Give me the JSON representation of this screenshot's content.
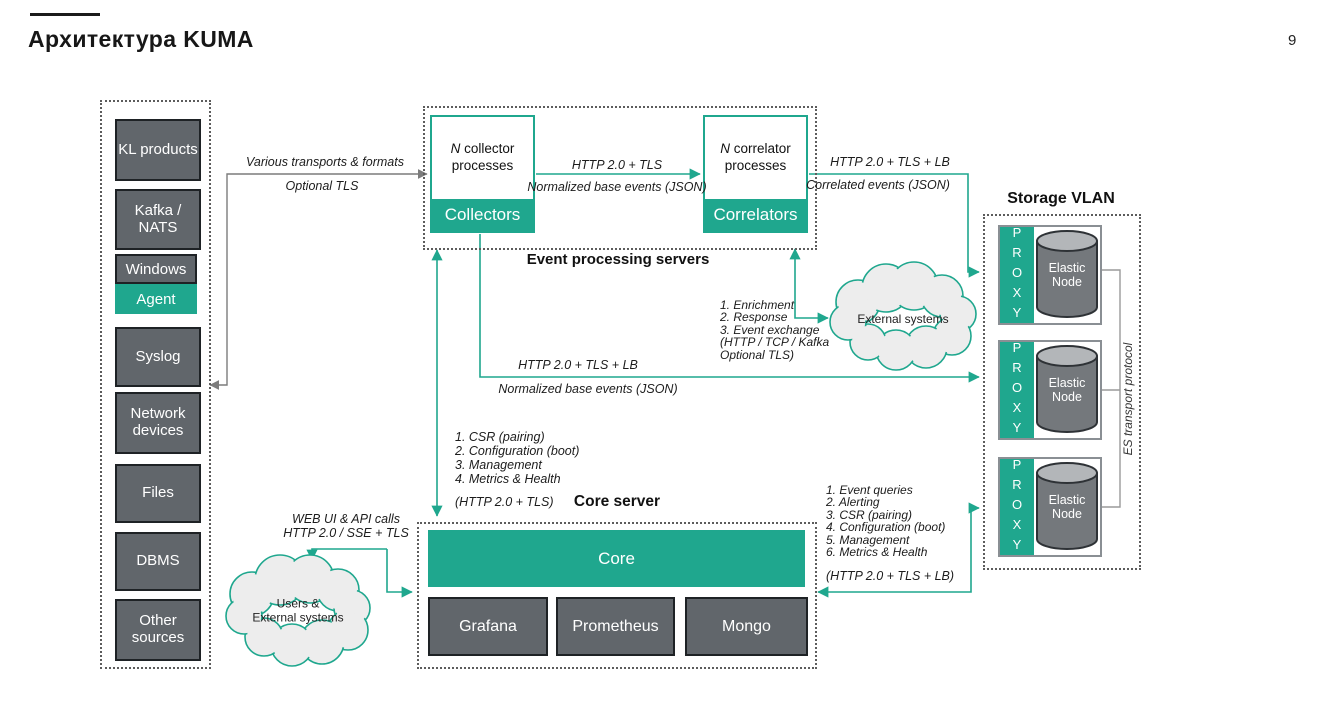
{
  "slide": {
    "title": "Архитектура KUMA",
    "page_number": "9"
  },
  "sources": {
    "items": [
      "KL products",
      "Kafka / NATS",
      "Windows",
      "Agent",
      "Syslog",
      "Network devices",
      "Files",
      "DBMS",
      "Other sources"
    ]
  },
  "event_processing": {
    "label": "Event processing servers",
    "collector": {
      "n": "N",
      "title": " collector processes",
      "badge": "Collectors"
    },
    "correlator": {
      "n": "N",
      "title": " correlator processes",
      "badge": "Correlators"
    }
  },
  "storage": {
    "label": "Storage VLAN",
    "proxy": "PROXY",
    "node": "Elastic Node",
    "bus_label": "ES transport protocol"
  },
  "core": {
    "label": "Core server",
    "core": "Core",
    "services": [
      "Grafana",
      "Prometheus",
      "Mongo"
    ]
  },
  "clouds": {
    "external": "External systems",
    "users": "Users &\nExternal systems"
  },
  "edges": {
    "sources_collectors": {
      "line1": "Various transports & formats",
      "line2": "Optional TLS"
    },
    "collectors_correlators": {
      "line1": "HTTP 2.0 + TLS",
      "line2": "Normalized base events (JSON)"
    },
    "correlators_storage": {
      "line1": "HTTP 2.0 + TLS + LB",
      "line2": "Correlated events (JSON)"
    },
    "collectors_storage": {
      "line1": "HTTP 2.0 + TLS + LB",
      "line2": "Normalized base events (JSON)"
    },
    "correlators_external": {
      "list": "1. Enrichment\n2. Response\n3. Event exchange\n(HTTP / TCP / Kafka\nOptional TLS)"
    },
    "core_collectors": {
      "list": "1. CSR (pairing)\n2. Configuration (boot)\n3. Management\n4. Metrics & Health",
      "proto": "(HTTP 2.0 + TLS)"
    },
    "core_storage": {
      "list": "1. Event queries\n2. Alerting\n3. CSR (pairing)\n4. Configuration (boot)\n5. Management\n6. Metrics & Health",
      "proto": "(HTTP 2.0 + TLS + LB)"
    },
    "users_core": {
      "label": "WEB UI & API calls\nHTTP 2.0 / SSE + TLS"
    }
  },
  "colors": {
    "teal": "#1FA78E",
    "gray_box": "#61666B"
  }
}
